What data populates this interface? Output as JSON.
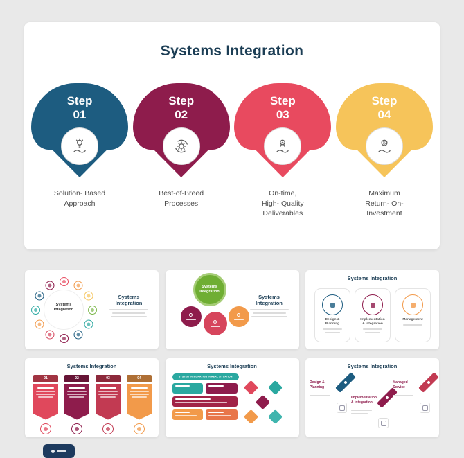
{
  "page": {
    "background": "#e9e9e9"
  },
  "main_slide": {
    "title": "Systems Integration",
    "title_color": "#1c3e55",
    "steps": [
      {
        "label": "Step",
        "number": "01",
        "color": "#1d5c80",
        "icon": "hand-bulb-icon",
        "description": "Solution- Based\nApproach"
      },
      {
        "label": "Step",
        "number": "02",
        "color": "#8e1c4c",
        "icon": "gear-sync-icon",
        "description": "Best-of-Breed\nProcesses"
      },
      {
        "label": "Step",
        "number": "03",
        "color": "#e84a5f",
        "icon": "hand-medal-icon",
        "description": "On-time,\nHigh- Quality\nDeliverables"
      },
      {
        "label": "Step",
        "number": "04",
        "color": "#f6c45a",
        "icon": "hand-dollar-icon",
        "description": "Maximum\nReturn- On-\nInvestment"
      }
    ]
  },
  "thumbnails": {
    "circle_ring": {
      "title": "Systems Integration",
      "center_label": "Systems\nIntegration",
      "ring_colors": [
        "#e84a5f",
        "#f29a4a",
        "#f6c45a",
        "#7ab648",
        "#2aa8a0",
        "#1d5c80",
        "#8e1c4c",
        "#d6455c",
        "#f29a4a",
        "#2aa8a0",
        "#1d5c80",
        "#8e1c4c"
      ]
    },
    "bubble_cluster": {
      "title": "Systems Integration",
      "main_label": "Systems\nIntegration",
      "main_color": "#6fae33",
      "main_ring_color": "#a6cd77",
      "bubble_colors": [
        "#8e1c4c",
        "#d6455c",
        "#f29a4a"
      ]
    },
    "three_circles": {
      "title": "Systems Integration",
      "items": [
        {
          "label": "Design &\nPlanning",
          "color": "#1d5c80"
        },
        {
          "label": "Implementation\n& Integration",
          "color": "#8e1c4c"
        },
        {
          "label": "Management",
          "color": "#f29a4a"
        }
      ]
    },
    "banners": {
      "title": "Systems Integration",
      "items": [
        {
          "number": "01",
          "color": "#e0485c"
        },
        {
          "number": "02",
          "color": "#8e1c4c"
        },
        {
          "number": "03",
          "color": "#c23a52"
        },
        {
          "number": "04",
          "color": "#f29a4a"
        }
      ]
    },
    "flowchart": {
      "title": "Systems Integration",
      "header_label": "SYSTEM INTEGRATION IN REAL SITUATION",
      "header_color": "#2aa8a0",
      "box_colors": [
        "#2aa8a0",
        "#8e1c4c",
        "#a12347",
        "#f29a4a",
        "#e8764a"
      ],
      "diamond_colors": [
        "#e0485c",
        "#2aa8a0",
        "#8e1c4c",
        "#f29a4a",
        "#3fb5ae"
      ]
    },
    "ribbons": {
      "title": "Systems Integration",
      "heading_color": "#8e1c4c",
      "items": [
        {
          "label": "Design &\nPlanning",
          "color": "#1d5c80"
        },
        {
          "label": "Implementation\n& Integration",
          "color": "#8e1c4c"
        },
        {
          "label": "Managed\nService",
          "color": "#c23a52"
        }
      ]
    }
  },
  "watermark": {
    "color": "#1d3a5e"
  }
}
